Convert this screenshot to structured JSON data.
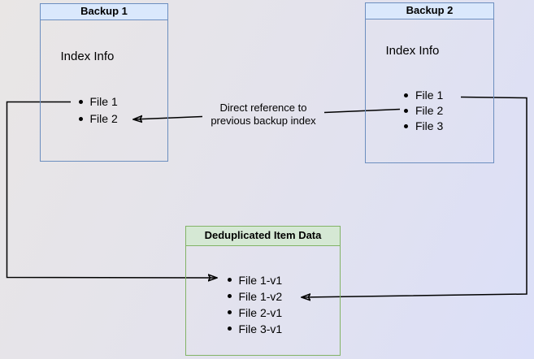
{
  "boxes": {
    "backup1": {
      "title": "Backup 1",
      "subtitle": "Index Info",
      "items": [
        "File 1",
        "File 2"
      ]
    },
    "backup2": {
      "title": "Backup 2",
      "subtitle": "Index Info",
      "items": [
        "File 1",
        "File 2",
        "File 3"
      ]
    },
    "dedup": {
      "title": "Deduplicated Item Data",
      "items": [
        "File 1-v1",
        "File 1-v2",
        "File 2-v1",
        "File 3-v1"
      ]
    }
  },
  "annotation": {
    "line1": "Direct reference to",
    "line2": "previous backup index"
  },
  "colors": {
    "blue_border": "#6c8ebf",
    "blue_header_fill": "#dae8fc",
    "green_border": "#82b366",
    "green_header_fill": "#d5e8d4",
    "connector": "#000000"
  }
}
